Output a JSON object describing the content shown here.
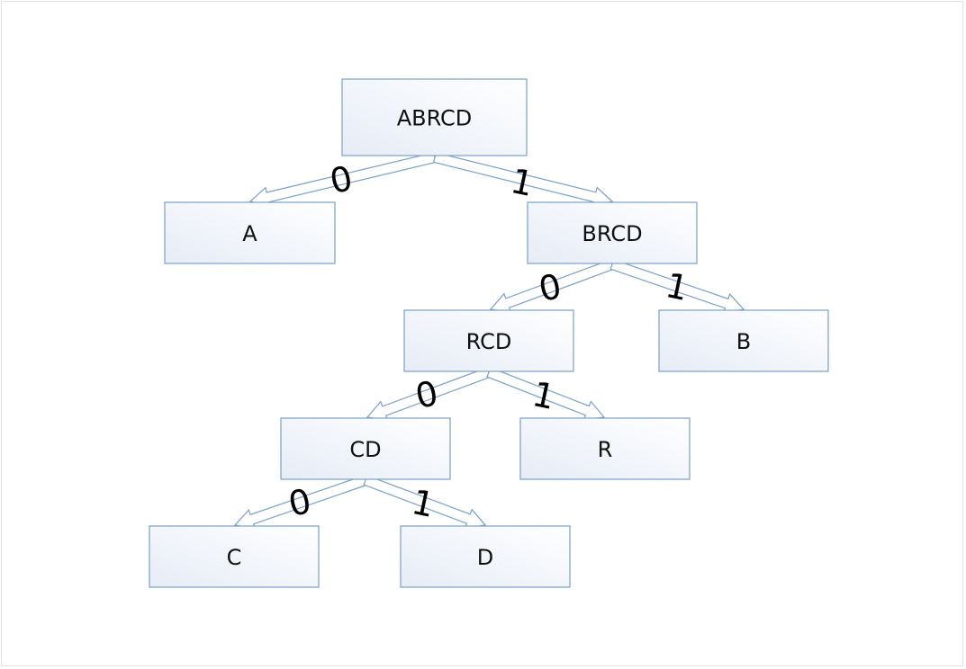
{
  "diagram": {
    "nodes": [
      {
        "id": "abrcd",
        "label": "ABRCD"
      },
      {
        "id": "a",
        "label": "A"
      },
      {
        "id": "brcd",
        "label": "BRCD"
      },
      {
        "id": "rcd",
        "label": "RCD"
      },
      {
        "id": "b",
        "label": "B"
      },
      {
        "id": "cd",
        "label": "CD"
      },
      {
        "id": "r",
        "label": "R"
      },
      {
        "id": "c",
        "label": "C"
      },
      {
        "id": "d",
        "label": "D"
      }
    ],
    "edges": [
      {
        "from": "abrcd",
        "to": "a",
        "label": "0"
      },
      {
        "from": "abrcd",
        "to": "brcd",
        "label": "1"
      },
      {
        "from": "brcd",
        "to": "rcd",
        "label": "0"
      },
      {
        "from": "brcd",
        "to": "b",
        "label": "1"
      },
      {
        "from": "rcd",
        "to": "cd",
        "label": "0"
      },
      {
        "from": "rcd",
        "to": "r",
        "label": "1"
      },
      {
        "from": "cd",
        "to": "c",
        "label": "0"
      },
      {
        "from": "cd",
        "to": "d",
        "label": "1"
      }
    ],
    "colors": {
      "node_border": "#7aa0c8",
      "node_fill_light": "#ffffff",
      "node_fill_tint": "#e9eef7",
      "text": "#111111"
    }
  }
}
